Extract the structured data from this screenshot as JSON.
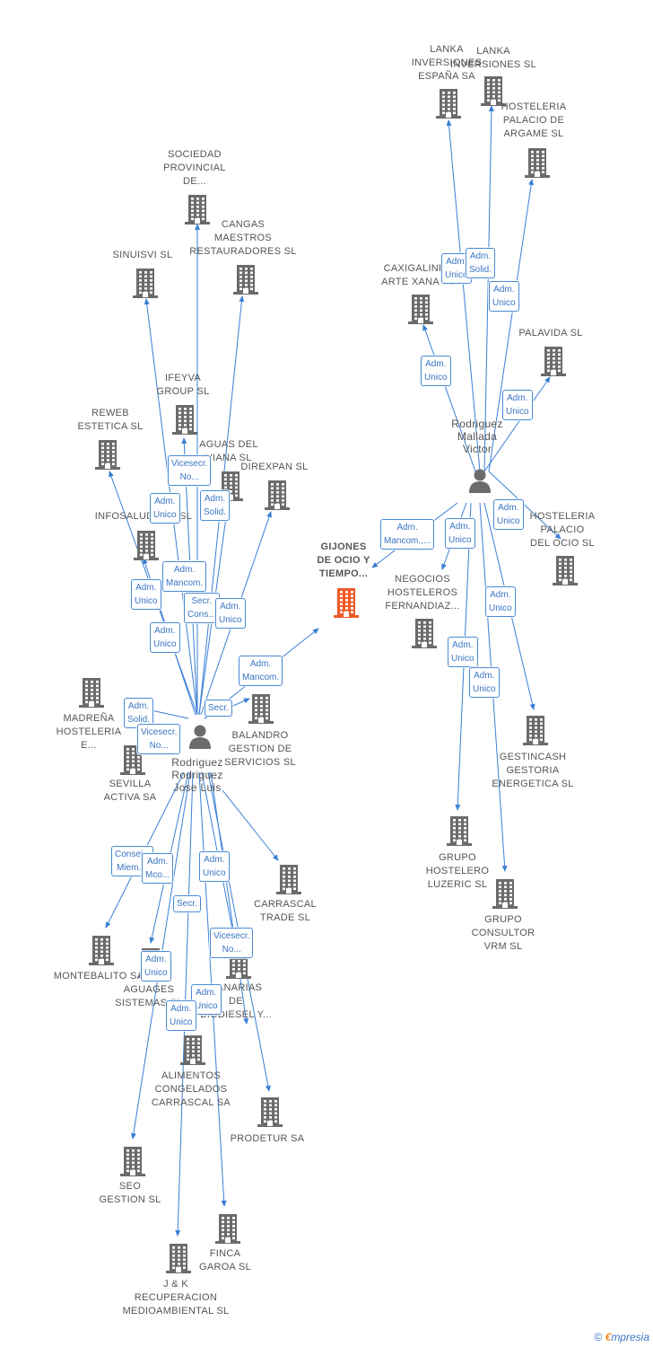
{
  "colors": {
    "edge": "#3a7fd5",
    "building": "#6b6b6b",
    "focus_building": "#f05a28",
    "badge_border": "#4a8ad4",
    "text": "#555555"
  },
  "focus_company": {
    "label": "GIJONES\nDE OCIO Y\nTIEMPO..."
  },
  "persons": [
    {
      "id": "p1",
      "label": "Rodriguez\nRodriguez\nJose Luis"
    },
    {
      "id": "p2",
      "label": "Rodriguez\nMallada\nVictor"
    }
  ],
  "companies": [
    {
      "id": "lanka_espana",
      "label": "LANKA\nINVERSIONES\nESPAÑA SA"
    },
    {
      "id": "lanka_inv",
      "label": "LANKA\nINVERSIONES SL"
    },
    {
      "id": "palacio_argame",
      "label": "HOSTELERIA\nPALACIO DE\nARGAME SL"
    },
    {
      "id": "caxigalines",
      "label": "CAXIGALINES\nARTE XANA SL"
    },
    {
      "id": "palavida",
      "label": "PALAVIDA SL"
    },
    {
      "id": "hosteleria_ocio",
      "label": "HOSTELERIA\nPALACIO\nDEL OCIO  SL"
    },
    {
      "id": "negocios",
      "label": "NEGOCIOS\nHOSTELEROS\nFERNANDIAZ..."
    },
    {
      "id": "gestincash",
      "label": "GESTINCASH\nGESTORIA\nENERGETICA SL"
    },
    {
      "id": "luzeric",
      "label": "GRUPO\nHOSTELERO\nLUZERIC SL"
    },
    {
      "id": "vrm",
      "label": "GRUPO\nCONSULTOR\nVRM SL"
    },
    {
      "id": "sociedad",
      "label": "SOCIEDAD\nPROVINCIAL\nDE..."
    },
    {
      "id": "cangas",
      "label": "CANGAS\nMAESTROS\nRESTAURADORES SL"
    },
    {
      "id": "sinuisvi",
      "label": "SINUISVI SL"
    },
    {
      "id": "ifeyva",
      "label": "IFEYVA\nGROUP SL"
    },
    {
      "id": "reweb",
      "label": "REWEB\nESTETICA SL"
    },
    {
      "id": "aguas",
      "label": "AGUAS DEL\nVIANA SL"
    },
    {
      "id": "direxpan",
      "label": "DIREXPAN SL"
    },
    {
      "id": "infosalud",
      "label": "INFOSALUDMED SL"
    },
    {
      "id": "madrena",
      "label": "MADREÑA\nHOSTELERIA\nE..."
    },
    {
      "id": "balandro",
      "label": "BALANDRO\nGESTION DE\nSERVICIOS SL"
    },
    {
      "id": "sevilla",
      "label": "SEVILLA\nACTIVA SA"
    },
    {
      "id": "carrascal_trade",
      "label": "CARRASCAL\nTRADE SL"
    },
    {
      "id": "montebalito",
      "label": "MONTEBALITO SA"
    },
    {
      "id": "aguages",
      "label": "AGUAGES\nSISTEMAS SL"
    },
    {
      "id": "canarias",
      "label": "CANARIAS\nDE\nBIODIESEL Y..."
    },
    {
      "id": "alimentos",
      "label": "ALIMENTOS\nCONGELADOS\nCARRASCAL SA"
    },
    {
      "id": "prodetur",
      "label": "PRODETUR SA"
    },
    {
      "id": "seo",
      "label": "SEO\nGESTION SL"
    },
    {
      "id": "finca",
      "label": "FINCA\nGAROA SL"
    },
    {
      "id": "jk",
      "label": "J & K\nRECUPERACION\nMEDIOAMBIENTAL SL"
    }
  ],
  "badges": [
    {
      "id": "b1",
      "text": "Adm.\nUnico"
    },
    {
      "id": "b2",
      "text": "Adm.\nSolid."
    },
    {
      "id": "b3",
      "text": "Adm.\nUnico"
    },
    {
      "id": "b4",
      "text": "Adm.\nUnico"
    },
    {
      "id": "b5",
      "text": "Adm.\nUnico"
    },
    {
      "id": "b6",
      "text": "Adm.\nUnico"
    },
    {
      "id": "b7",
      "text": "Adm.\nUnico"
    },
    {
      "id": "b8",
      "text": "Adm.\nMancom.,..."
    },
    {
      "id": "b9",
      "text": "Adm.\nUnico"
    },
    {
      "id": "b10",
      "text": "Adm.\nUnico"
    },
    {
      "id": "b11",
      "text": "Adm.\nUnico"
    },
    {
      "id": "b12",
      "text": "Vicesecr.\nNo..."
    },
    {
      "id": "b13",
      "text": "Adm.\nUnico"
    },
    {
      "id": "b14",
      "text": "Adm.\nSolid."
    },
    {
      "id": "b15",
      "text": "Adm.\nUnico"
    },
    {
      "id": "b16",
      "text": "Adm.\nMancom."
    },
    {
      "id": "b17",
      "text": "Secr.\nCons..."
    },
    {
      "id": "b18",
      "text": "Adm.\nUnico"
    },
    {
      "id": "b19",
      "text": "Adm.\nUnico"
    },
    {
      "id": "b20",
      "text": "Adm.\nMancom."
    },
    {
      "id": "b21",
      "text": "Adm.\nSolid."
    },
    {
      "id": "b22",
      "text": "Adm.\nUnico"
    },
    {
      "id": "b23",
      "text": "Vicesecr.\nNo..."
    },
    {
      "id": "b24",
      "text": "Secr."
    },
    {
      "id": "b25",
      "text": "Consej. ,\nMiem...."
    },
    {
      "id": "b26",
      "text": "Adm.\nMco..."
    },
    {
      "id": "b27",
      "text": "Adm.\nUnico"
    },
    {
      "id": "b28",
      "text": "Secr."
    },
    {
      "id": "b29",
      "text": "Vicesecr.\nNo..."
    },
    {
      "id": "b30",
      "text": "Adm.\nUnico"
    },
    {
      "id": "b31",
      "text": "Adm.\nUnico"
    },
    {
      "id": "b32",
      "text": "Adm.\nUnico"
    }
  ],
  "footer": {
    "copyright": "©",
    "brand_initial": "€",
    "brand_rest": "mpresia"
  }
}
